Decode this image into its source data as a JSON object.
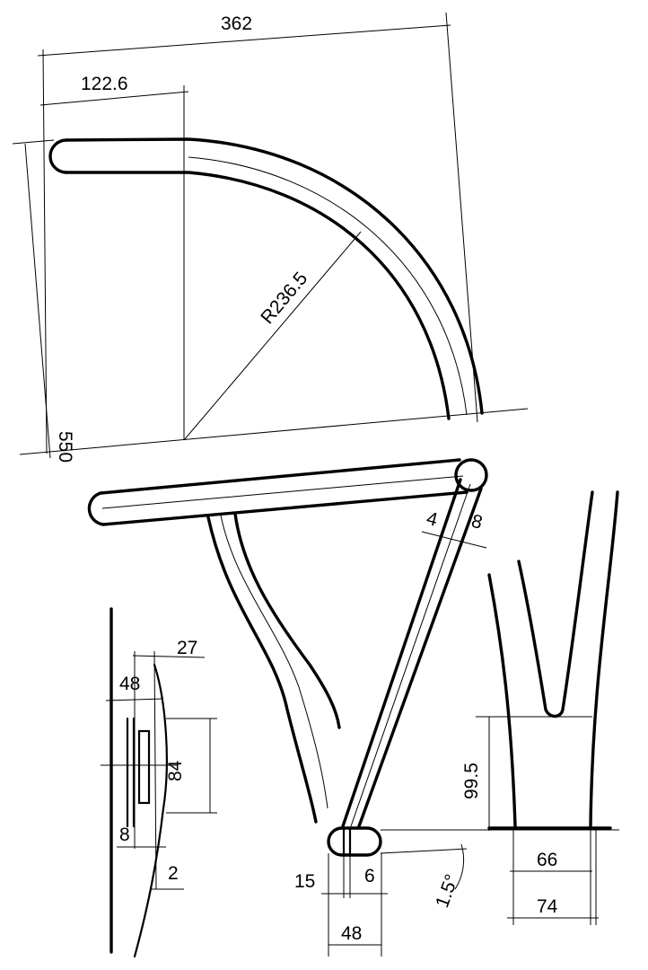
{
  "dimensions": {
    "d362": "362",
    "d122_6": "122.6",
    "r236_5": "R236.5",
    "d550": "550",
    "d4": "4",
    "d8_top": "8",
    "d27": "27",
    "d48_left": "48",
    "d84": "84",
    "d8_left": "8",
    "d2": "2",
    "d15": "15",
    "d6": "6",
    "d1_5deg": "1.5°",
    "d48_bottom": "48",
    "d99_5": "99.5",
    "d66": "66",
    "d74": "74"
  }
}
